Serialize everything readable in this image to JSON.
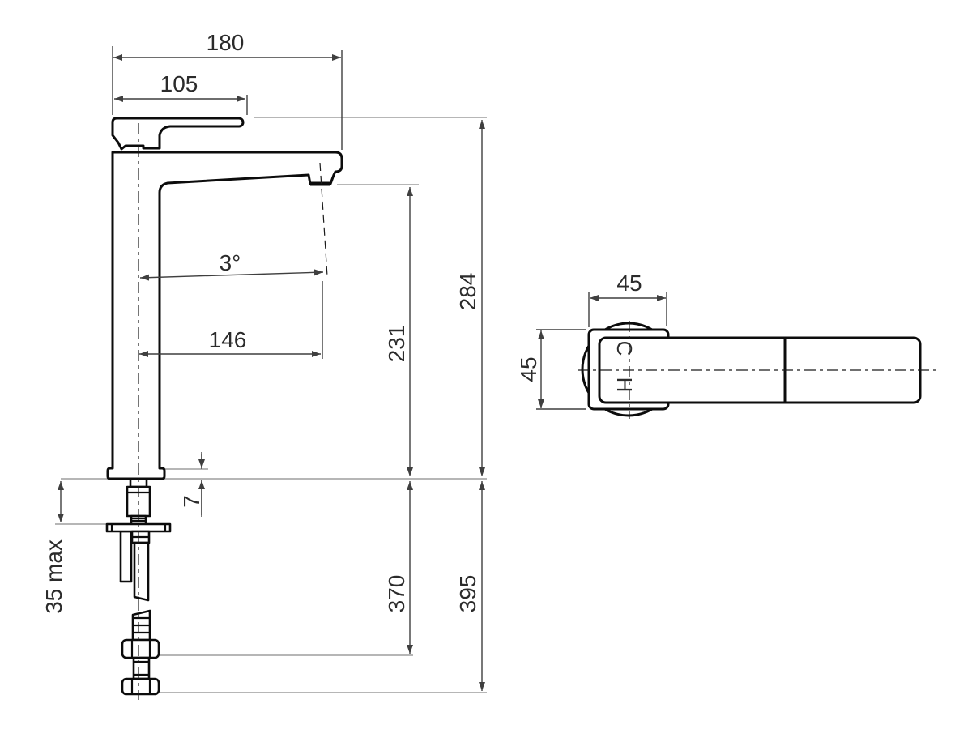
{
  "drawing": {
    "type": "faucet-installation-dimension-drawing",
    "colors": {
      "line": "#0c0c0c",
      "dimension": "#3f3f3f",
      "reference": "#8a8a8a",
      "background": "#ffffff"
    },
    "side_view": {
      "labels": {
        "overall_depth": "180",
        "handle_projection": "105",
        "spout_angle": "3°",
        "spout_reach": "146",
        "spout_height": "231",
        "overall_height": "284",
        "base_plate_thickness": "7",
        "supply_length": "370",
        "overall_below_length": "395",
        "max_deck_thickness": "35 max"
      }
    },
    "top_view": {
      "labels": {
        "body_width": "45",
        "body_depth": "45",
        "cold_indicator": "C",
        "hot_indicator": "H"
      }
    }
  }
}
